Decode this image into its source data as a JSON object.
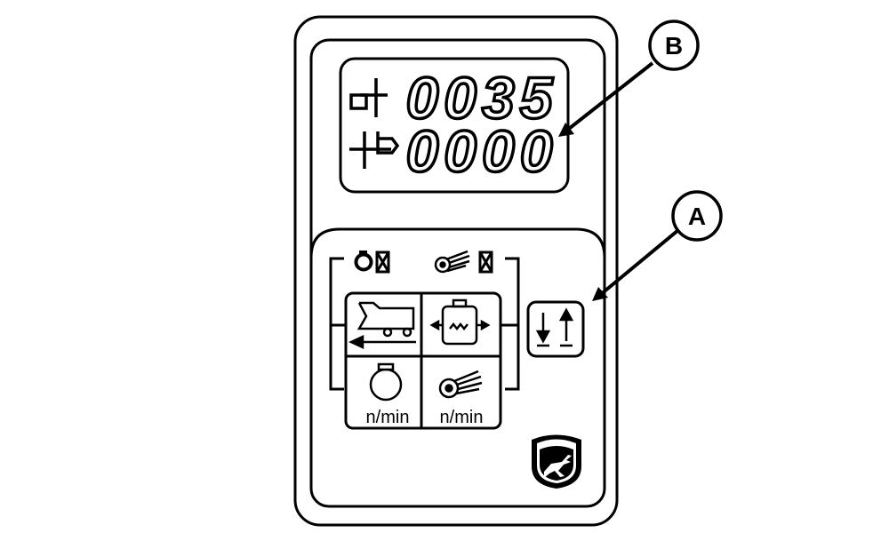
{
  "display": {
    "counter_top": "0035",
    "counter_bottom": "0000"
  },
  "callouts": {
    "a": "A",
    "b": "B"
  },
  "gauges": {
    "engine_speed_unit": "n/min",
    "rotor_speed_unit": "n/min"
  },
  "icons": {
    "bale_counter": "bale-counter-icon",
    "total_counter": "total-bale-counter-icon",
    "engine_status": "engine-status-icon",
    "rotor_status": "rotor-status-icon",
    "baler_function": "baler-function-icon",
    "filter": "filter-icon",
    "engine_speed": "engine-speed-icon",
    "rotor_speed": "rotor-speed-icon",
    "select_button": "up-down-arrows-icon",
    "logo": "deer-logo-icon"
  },
  "colors": {
    "line": "#000000",
    "background": "#ffffff"
  }
}
